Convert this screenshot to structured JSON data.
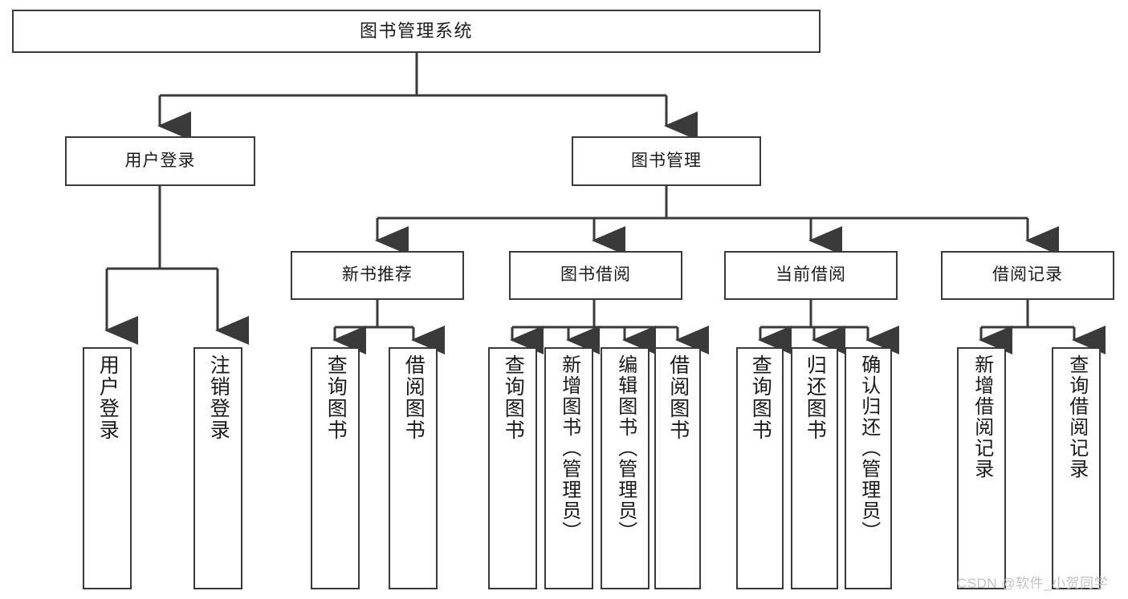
{
  "diagram": {
    "type": "tree-hierarchy",
    "title": "图书管理系统",
    "stroke_color": "#3a3a3a",
    "fill_color": "#ffffff",
    "text_color": "#1a1a1a",
    "root": {
      "label": "图书管理系统"
    },
    "level2": [
      {
        "label": "用户登录"
      },
      {
        "label": "图书管理"
      }
    ],
    "level3": [
      {
        "label": "新书推荐"
      },
      {
        "label": "图书借阅"
      },
      {
        "label": "当前借阅"
      },
      {
        "label": "借阅记录"
      }
    ],
    "leaves": {
      "user_login": [
        {
          "label": "用户登录"
        },
        {
          "label": "注销登录"
        }
      ],
      "new_book_recommend": [
        {
          "label": "查询图书"
        },
        {
          "label": "借阅图书"
        }
      ],
      "book_borrow": [
        {
          "label": "查询图书"
        },
        {
          "label": "新增图书（管理员）"
        },
        {
          "label": "编辑图书（管理员）"
        },
        {
          "label": "借阅图书"
        }
      ],
      "current_borrow": [
        {
          "label": "查询图书"
        },
        {
          "label": "归还图书"
        },
        {
          "label": "确认归还（管理员）"
        }
      ],
      "borrow_record": [
        {
          "label": "新增借阅记录"
        },
        {
          "label": "查询借阅记录"
        }
      ]
    }
  },
  "watermark": {
    "text": "CSDN @软件_小贺同学"
  }
}
